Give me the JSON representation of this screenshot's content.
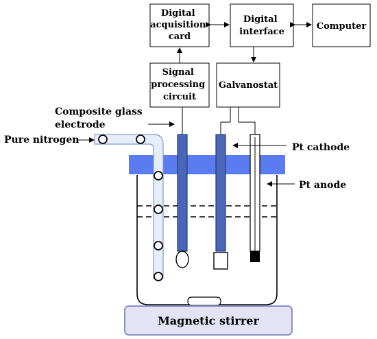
{
  "boxes": {
    "acquisition": [
      "Digital",
      "acquisition",
      "card"
    ],
    "interface": [
      "Digital",
      "interface"
    ],
    "computer": [
      "Computer"
    ],
    "signal": [
      "Signal",
      "processing",
      "circuit"
    ],
    "galvanostat": [
      "Galvanostat"
    ]
  },
  "labels": {
    "composite_electrode": [
      "Composite glass",
      "electrode"
    ],
    "pure_nitrogen": "Pure nitrogen",
    "pt_cathode": "Pt cathode",
    "pt_anode": "Pt anode",
    "magnetic_stirrer": "Magnetic stirrer"
  },
  "colors": {
    "lid_blue": "#5a7cf0",
    "electrode_blue": "#4a66b8",
    "electrode_edge": "#223a7a",
    "stirrer_fill": "#e4e2f5",
    "stirrer_edge": "#8b8fc4",
    "tube_fill": "#e6eefc",
    "tube_edge": "#7f9bc9",
    "line": "#000000"
  }
}
